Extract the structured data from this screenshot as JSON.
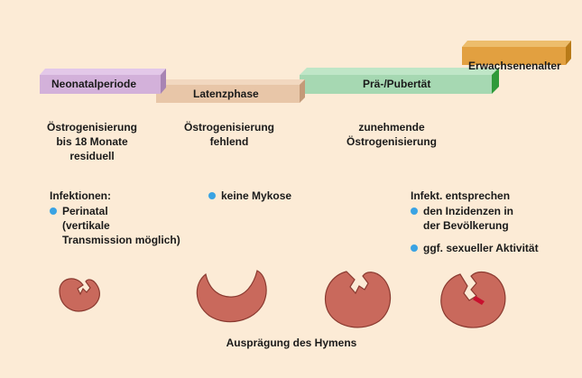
{
  "phases": [
    {
      "label": "Neonatalperiode",
      "color": "#d3b1da",
      "color_top": "#e3c8e9",
      "color_side": "#a884b3"
    },
    {
      "label": "Latenzphase",
      "color": "#e8c6a8",
      "color_top": "#f2d8c0",
      "color_side": "#c49a78"
    },
    {
      "label": "Prä-/Pubertät",
      "color": "#a6d8b2",
      "color_top": "#bfe6c7",
      "color_side": "#2f9a3a"
    },
    {
      "label": "Erwachsenenalter",
      "color": "#e2a040",
      "color_top": "#edbd6c",
      "color_side": "#b87a18"
    }
  ],
  "estrogen": [
    {
      "text": "Östrogenisierung\nbis 18 Monate\nresiduell"
    },
    {
      "text": "Östrogenisierung\nfehlend"
    },
    {
      "text": "zunehmende\nÖstrogenisierung"
    }
  ],
  "infections": {
    "neonatal_heading": "Infektionen:",
    "neonatal_bullet": "Perinatal\n(vertikale\nTransmission möglich)",
    "latency_bullet": "keine Mykose",
    "adult_heading": "Infekt. entsprechen",
    "adult_bullet_1": "den Inzidenzen in\nder Bevölkerung",
    "adult_bullet_2": "ggf. sexueller  Aktivität"
  },
  "caption": "Ausprägung des Hymens",
  "colors": {
    "background": "#fcebd6",
    "hymen_fill": "#c9695c",
    "hymen_stroke": "#8a3a30",
    "bullet": "#3aa3e3",
    "lesion": "#c8102e"
  }
}
